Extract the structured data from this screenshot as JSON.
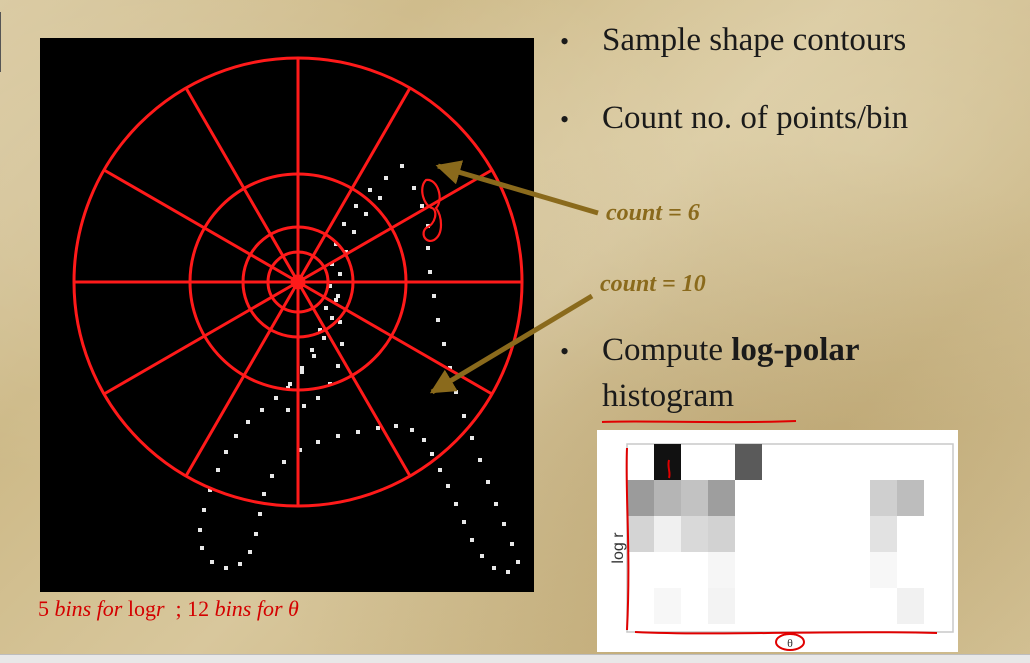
{
  "bullets": [
    "Sample shape contours",
    "Count no. of points/bin",
    "Compute"
  ],
  "bullet3_bold": "log-polar",
  "bullet3_line2": "histogram",
  "count_labels": [
    "count = 6",
    "count = 10"
  ],
  "caption": {
    "part1_num": "5",
    "part1_text": "bins for",
    "part1_math": "log",
    "part1_var": "r",
    "sep": ";",
    "part2_num": "12",
    "part2_text": "bins for",
    "part2_var": "θ"
  },
  "histogram": {
    "y_label": "log r",
    "x_label": "θ"
  },
  "colors": {
    "diagram_lines": "#ff1a1a",
    "arrow": "#8a6a1c",
    "annotation_red": "#e00000"
  }
}
